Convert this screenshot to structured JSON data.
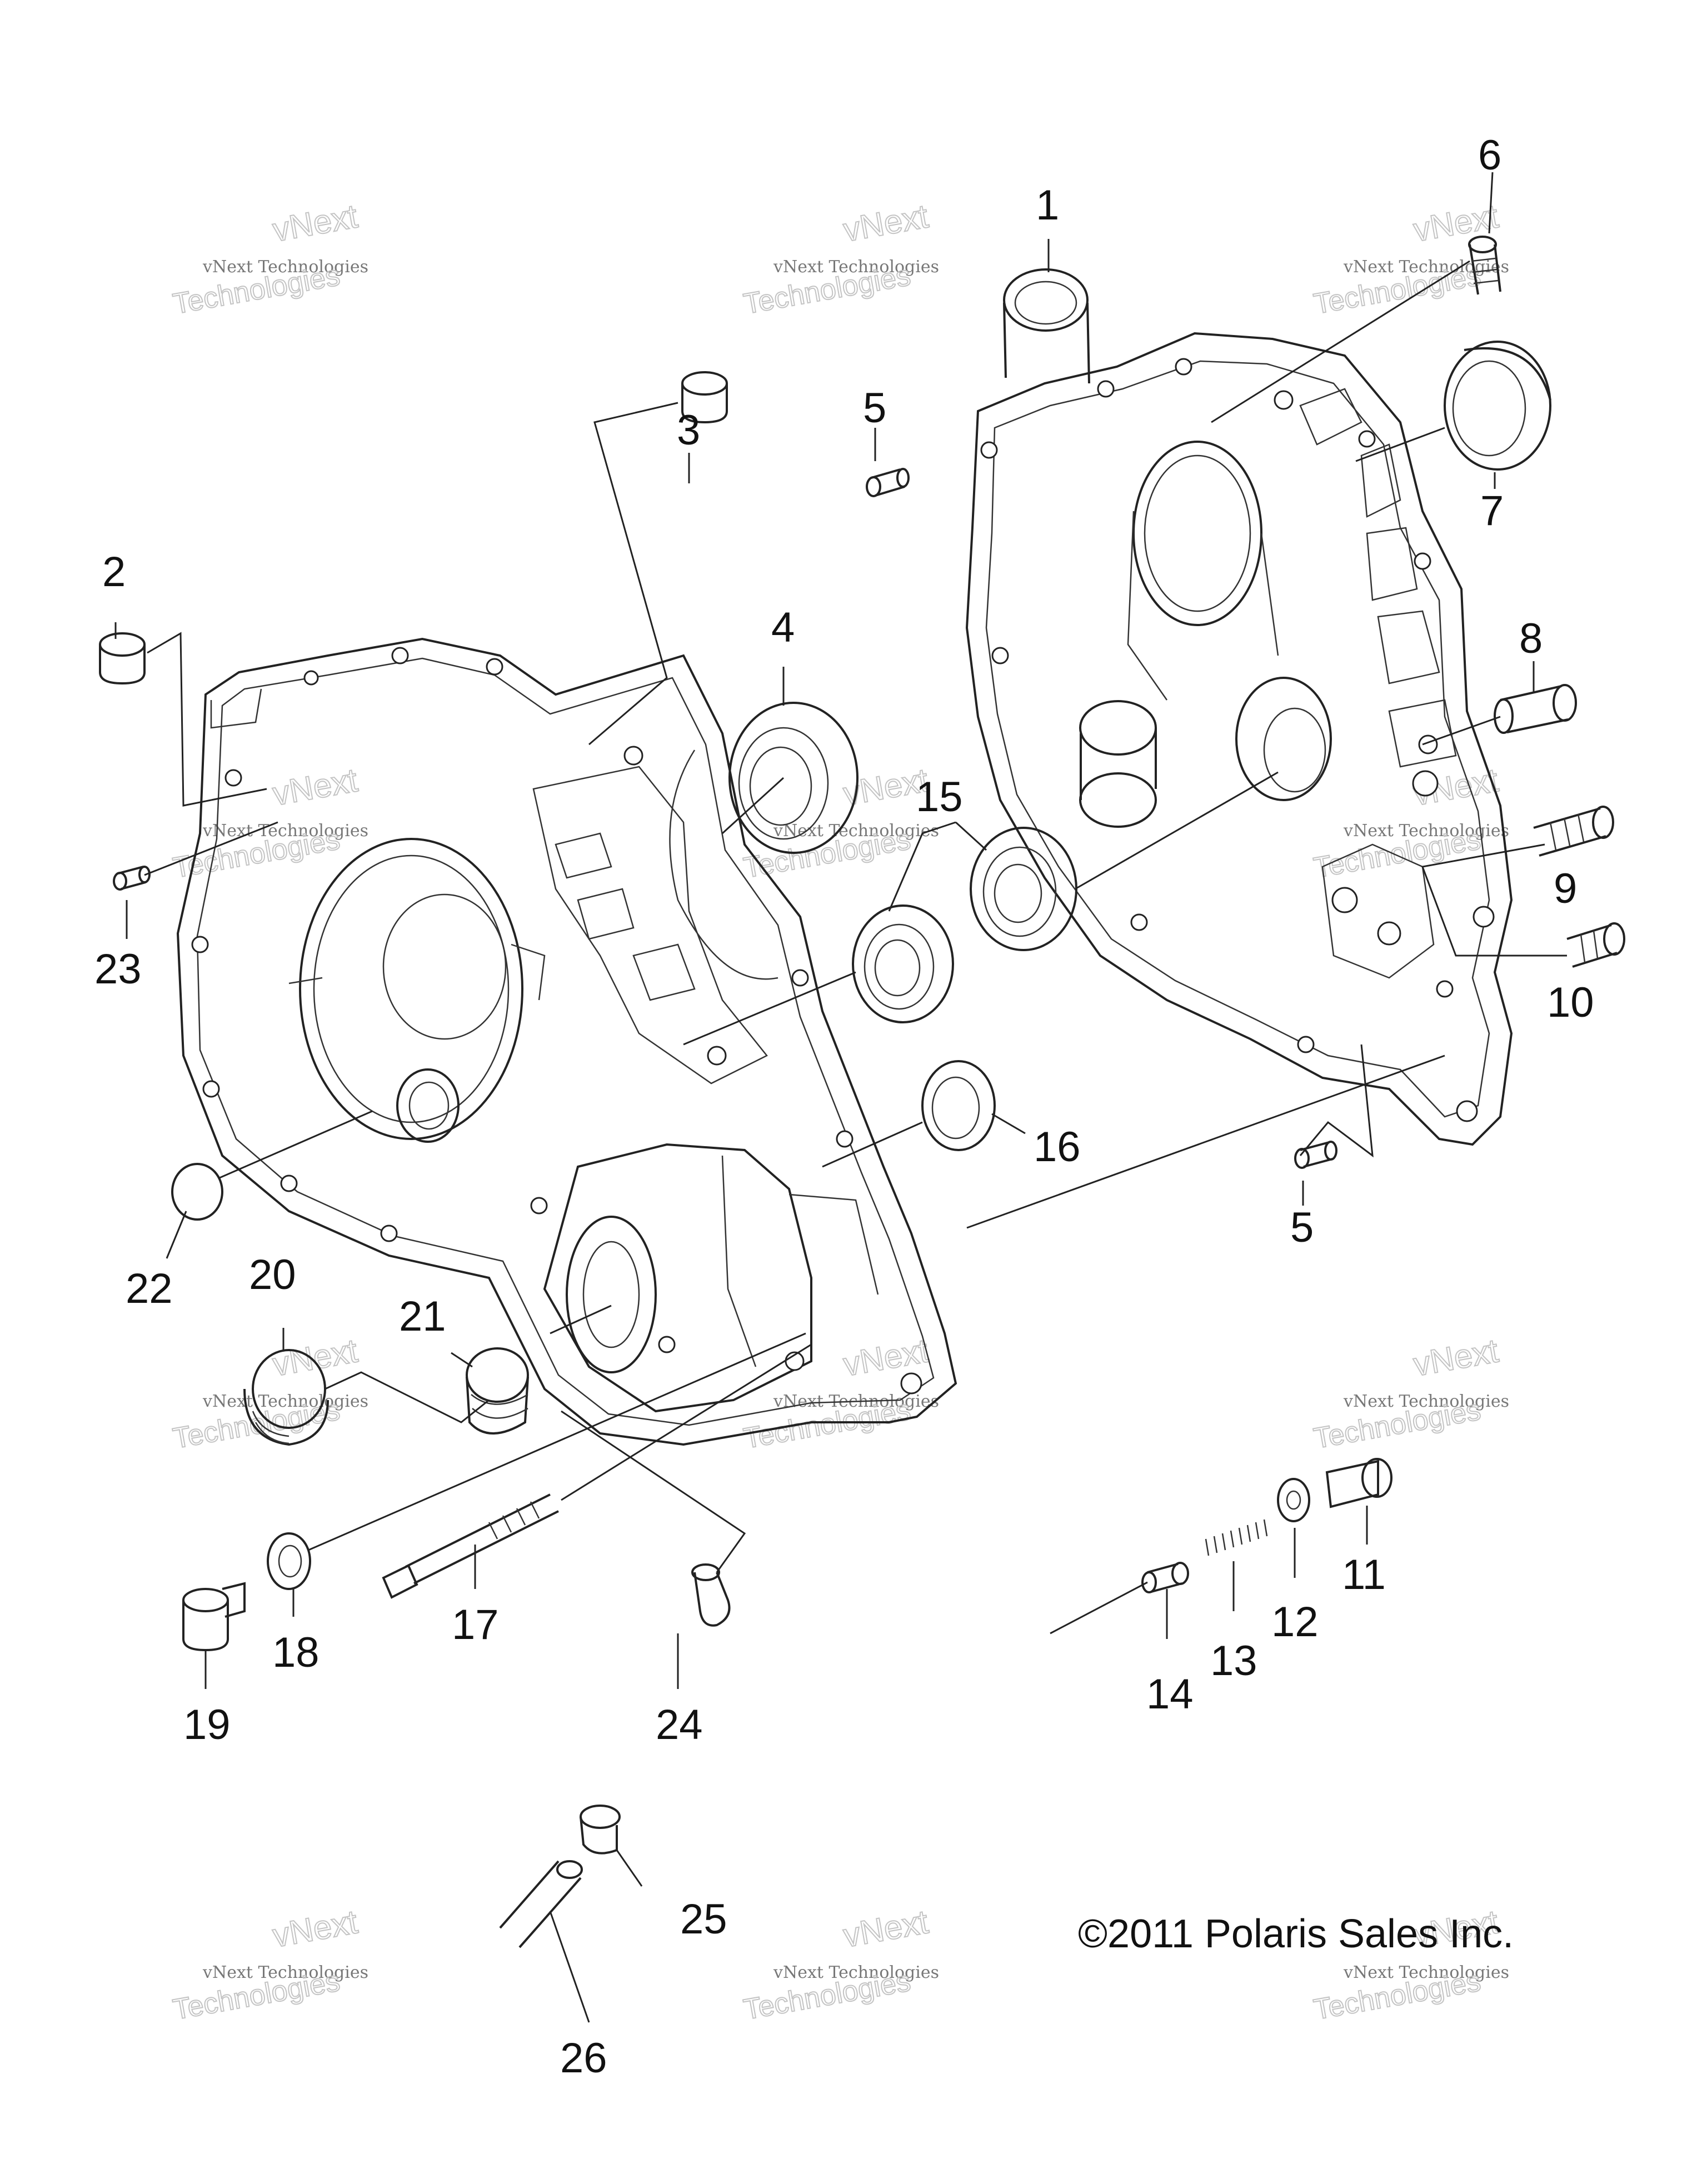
{
  "diagram": {
    "copyright": "©2011  Polaris Sales Inc.",
    "watermark": {
      "line_a": "vNext Technologies",
      "line_b": "vNext",
      "line_c": "Technologies"
    },
    "callouts": [
      "1",
      "2",
      "3",
      "4",
      "5",
      "5",
      "6",
      "7",
      "8",
      "9",
      "10",
      "11",
      "12",
      "13",
      "14",
      "15",
      "16",
      "17",
      "18",
      "19",
      "20",
      "21",
      "22",
      "23",
      "24",
      "25",
      "26"
    ]
  }
}
